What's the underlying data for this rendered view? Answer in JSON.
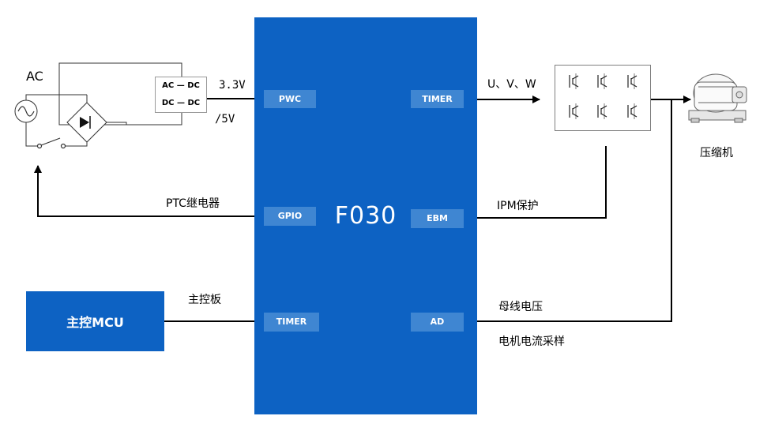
{
  "chip": {
    "title": "F030"
  },
  "ports": {
    "pwc": "PWC",
    "gpio": "GPIO",
    "timer_left": "TIMER",
    "timer_right": "TIMER",
    "ebm": "EBM",
    "ad": "AD"
  },
  "labels": {
    "ac": "AC",
    "v33": "3.3V",
    "v5": "/5V",
    "uvw": "U、V、W",
    "ptc": "PTC继电器",
    "ipm_protect": "IPM保护",
    "main_board": "主控板",
    "bus_voltage": "母线电压",
    "motor_current": "电机电流采样",
    "compressor": "压缩机"
  },
  "power_module": {
    "line1": "AC — DC",
    "line2": "DC — DC"
  },
  "mcu": {
    "label": "主控MCU"
  },
  "icons": [
    "ac-source-icon",
    "rectifier-bridge-icon",
    "relay-switch-icon",
    "igbt-module-icon",
    "compressor-icon"
  ],
  "colors": {
    "chip": "#0d62c3",
    "port": "#3f86d2",
    "wire": "#000000"
  }
}
